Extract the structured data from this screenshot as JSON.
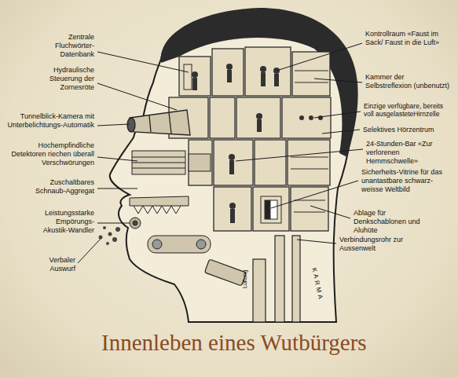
{
  "diagram": {
    "title": "Innenleben eines Wutbürgers",
    "labels": [
      "Zentrale Fluchwörter-Datenbank",
      "Hydraulische Steuerung der Zornesröte",
      "Tunnelblick-Kamera mit Unterbelichtungs-Automatik",
      "Hochempfindliche Detektoren riechen überall Verschwörungen",
      "Zuschaltbares Schnaub-Aggregat",
      "Leistungsstarke Empörungs-Akustik-Wandler",
      "Verbaler Auswurf",
      "Kontrollraum «Faust im Sack/ Faust in die Luft»",
      "Kammer der Selbstreflexion (unbenutzt)",
      "Einzige verfügbare, bereits voll ausgelasteteHirnzelle",
      "Selektives Hörzentrum",
      "24-Stunden-Bar «Zur verlorenen Hemmschwelle»",
      "Sicherheits-Vitrine für das unantastbare schwarz-weisse Weltbild",
      "Ablage für Denkschablonen und Aluhüte",
      "Verbindungsrohr zur Aussenwelt",
      "Lüftung",
      "KARMA"
    ]
  }
}
